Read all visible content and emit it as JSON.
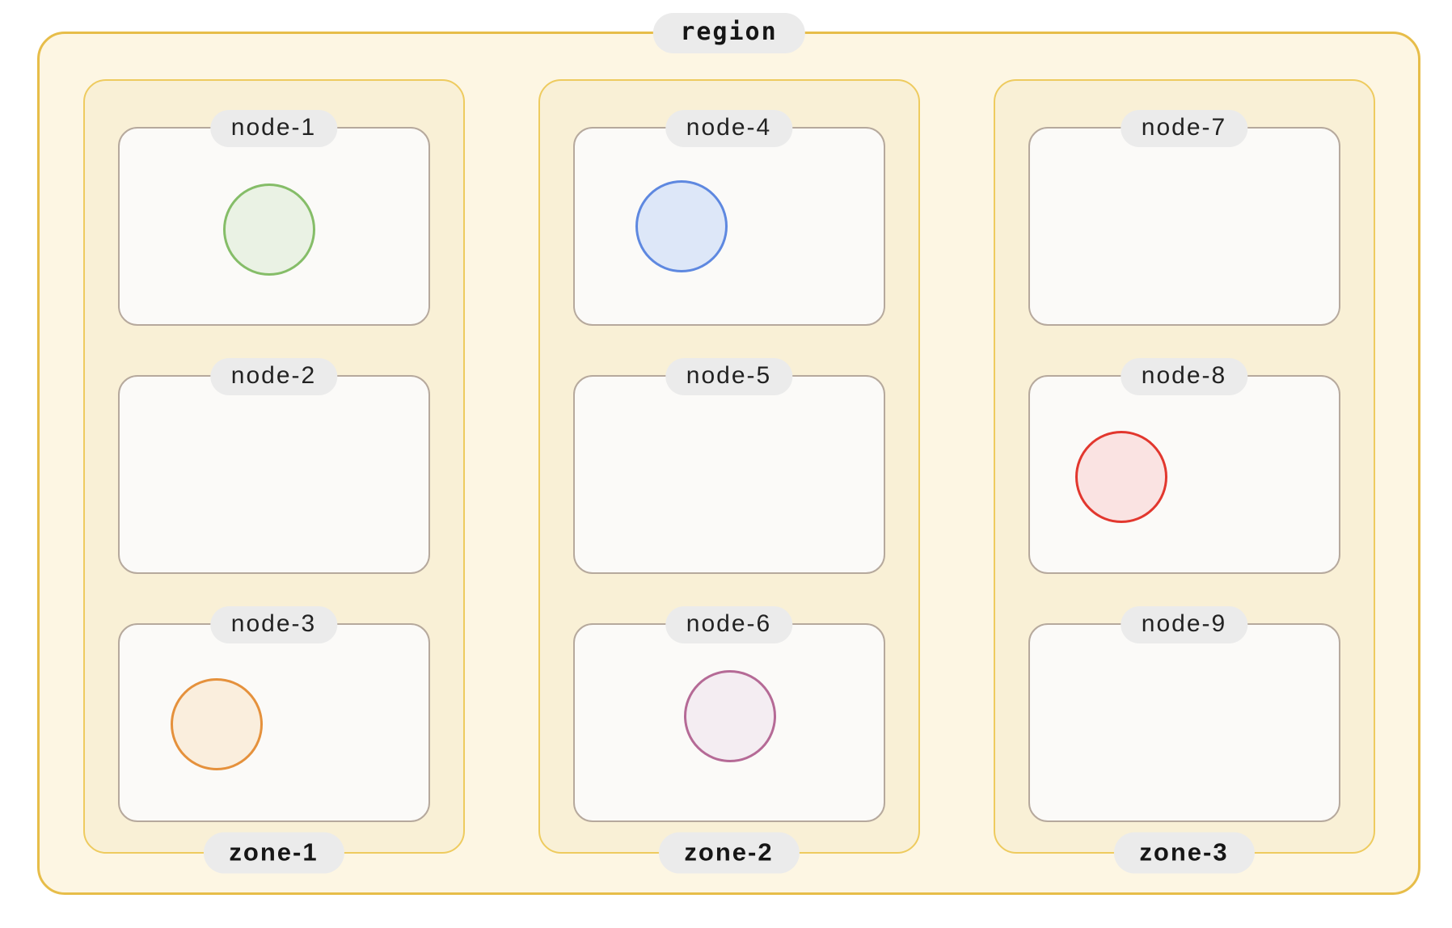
{
  "theme": {
    "region_bg": "#fdf6e3",
    "region_border": "#e7bd49",
    "zone_bg": "#f9f0d6",
    "zone_border": "#eecb5f",
    "node_bg": "#fbfaf8",
    "node_border": "#b6a99d",
    "pill_bg": "#ebebeb",
    "label_color": "#161616"
  },
  "diagram": {
    "region": {
      "label": "region",
      "zones": [
        {
          "label": "zone-1",
          "nodes": [
            {
              "label": "node-1",
              "pod": {
                "color_name": "green",
                "stroke": "#85bd68",
                "fill": "#eaf2e4"
              }
            },
            {
              "label": "node-2",
              "pod": null
            },
            {
              "label": "node-3",
              "pod": {
                "color_name": "orange",
                "stroke": "#e5913c",
                "fill": "#faeedd"
              }
            }
          ]
        },
        {
          "label": "zone-2",
          "nodes": [
            {
              "label": "node-4",
              "pod": {
                "color_name": "blue",
                "stroke": "#5e88e0",
                "fill": "#dde7f8"
              }
            },
            {
              "label": "node-5",
              "pod": null
            },
            {
              "label": "node-6",
              "pod": {
                "color_name": "purple",
                "stroke": "#b56a96",
                "fill": "#f4edf2"
              }
            }
          ]
        },
        {
          "label": "zone-3",
          "nodes": [
            {
              "label": "node-7",
              "pod": null
            },
            {
              "label": "node-8",
              "pod": {
                "color_name": "red",
                "stroke": "#e2372e",
                "fill": "#fae3e2"
              }
            },
            {
              "label": "node-9",
              "pod": null
            }
          ]
        }
      ]
    }
  }
}
